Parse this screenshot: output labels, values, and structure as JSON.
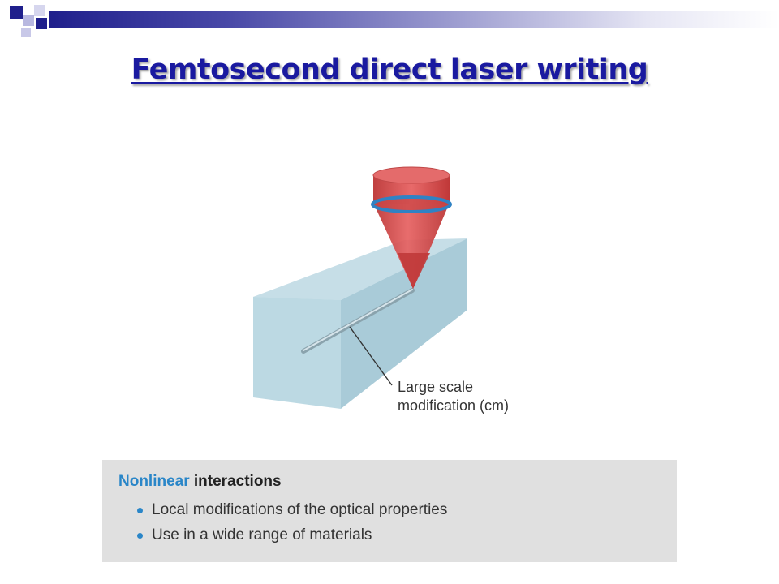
{
  "slide": {
    "title": "Femtosecond direct laser writing"
  },
  "figure": {
    "callout_line1": "Large scale",
    "callout_line2": "modification (cm)"
  },
  "info_box": {
    "title_accent": "Nonlinear",
    "title_rest": " interactions",
    "bullets": [
      "Local modifications of the optical properties",
      "Use in a wide range of materials"
    ]
  },
  "colors": {
    "title": "#1a1aa0",
    "accent": "#2a86c8",
    "block": "#b9d8e2",
    "beam": "#d8484a",
    "info_bg": "#e0e0e0"
  }
}
